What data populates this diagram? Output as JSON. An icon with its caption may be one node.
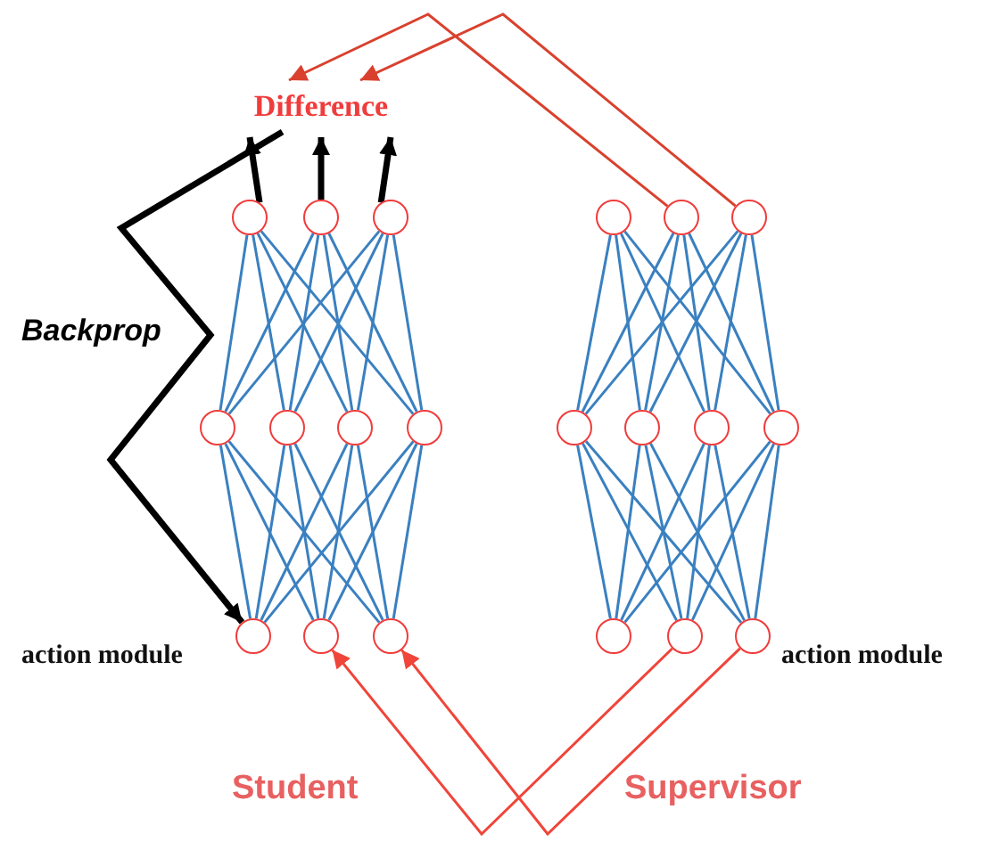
{
  "diagram": {
    "nodes": [
      {
        "text": [
          "Difference"
        ]
      },
      {
        "text": [],
        "shape": "circle"
      },
      {
        "text": [],
        "shape": "circle"
      },
      {
        "text": [],
        "shape": "circle"
      },
      {
        "text": [],
        "shape": "circle"
      },
      {
        "text": [],
        "shape": "circle"
      },
      {
        "text": [],
        "shape": "circle"
      },
      {
        "text": [],
        "shape": "circle"
      },
      {
        "text": [],
        "shape": "circle"
      },
      {
        "text": [],
        "shape": "circle"
      },
      {
        "text": [],
        "shape": "circle"
      },
      {
        "text": [],
        "shape": "circle"
      },
      {
        "text": [],
        "shape": "circle"
      },
      {
        "text": [],
        "shape": "circle"
      },
      {
        "text": [],
        "shape": "circle"
      },
      {
        "text": [],
        "shape": "circle"
      },
      {
        "text": [],
        "shape": "circle"
      },
      {
        "text": [],
        "shape": "circle"
      },
      {
        "text": [],
        "shape": "circle"
      },
      {
        "text": [],
        "shape": "circle"
      },
      {
        "text": [],
        "shape": "circle"
      }
    ],
    "edges": [
      {
        "from": 1,
        "to": 4,
        "arrow": "none"
      },
      {
        "from": 1,
        "to": 5,
        "arrow": "none"
      },
      {
        "from": 1,
        "to": 6,
        "arrow": "none"
      },
      {
        "from": 1,
        "to": 7,
        "arrow": "none"
      },
      {
        "from": 2,
        "to": 4,
        "arrow": "none"
      },
      {
        "from": 2,
        "to": 5,
        "arrow": "none"
      },
      {
        "from": 2,
        "to": 6,
        "arrow": "none"
      },
      {
        "from": 2,
        "to": 7,
        "arrow": "none"
      },
      {
        "from": 3,
        "to": 4,
        "arrow": "none"
      },
      {
        "from": 3,
        "to": 5,
        "arrow": "none"
      },
      {
        "from": 3,
        "to": 6,
        "arrow": "none"
      },
      {
        "from": 3,
        "to": 7,
        "arrow": "none"
      },
      {
        "from": 4,
        "to": 8,
        "arrow": "none"
      },
      {
        "from": 4,
        "to": 9,
        "arrow": "none"
      },
      {
        "from": 4,
        "to": 10,
        "arrow": "none"
      },
      {
        "from": 5,
        "to": 8,
        "arrow": "none"
      },
      {
        "from": 5,
        "to": 9,
        "arrow": "none"
      },
      {
        "from": 5,
        "to": 10,
        "arrow": "none"
      },
      {
        "from": 6,
        "to": 8,
        "arrow": "none"
      },
      {
        "from": 6,
        "to": 9,
        "arrow": "none"
      },
      {
        "from": 6,
        "to": 10,
        "arrow": "none"
      },
      {
        "from": 7,
        "to": 8,
        "arrow": "none"
      },
      {
        "from": 7,
        "to": 9,
        "arrow": "none"
      },
      {
        "from": 7,
        "to": 10,
        "arrow": "none"
      },
      {
        "from": 11,
        "to": 14,
        "arrow": "none"
      },
      {
        "from": 11,
        "to": 15,
        "arrow": "none"
      },
      {
        "from": 11,
        "to": 16,
        "arrow": "none"
      },
      {
        "from": 11,
        "to": 17,
        "arrow": "none"
      },
      {
        "from": 12,
        "to": 14,
        "arrow": "none"
      },
      {
        "from": 12,
        "to": 15,
        "arrow": "none"
      },
      {
        "from": 12,
        "to": 16,
        "arrow": "none"
      },
      {
        "from": 12,
        "to": 17,
        "arrow": "none"
      },
      {
        "from": 13,
        "to": 14,
        "arrow": "none"
      },
      {
        "from": 13,
        "to": 15,
        "arrow": "none"
      },
      {
        "from": 13,
        "to": 16,
        "arrow": "none"
      },
      {
        "from": 13,
        "to": 17,
        "arrow": "none"
      },
      {
        "from": 14,
        "to": 18,
        "arrow": "none"
      },
      {
        "from": 14,
        "to": 19,
        "arrow": "none"
      },
      {
        "from": 14,
        "to": 20,
        "arrow": "none"
      },
      {
        "from": 15,
        "to": 18,
        "arrow": "none"
      },
      {
        "from": 15,
        "to": 19,
        "arrow": "none"
      },
      {
        "from": 15,
        "to": 20,
        "arrow": "none"
      },
      {
        "from": 16,
        "to": 18,
        "arrow": "none"
      },
      {
        "from": 16,
        "to": 19,
        "arrow": "none"
      },
      {
        "from": 16,
        "to": 20,
        "arrow": "none"
      },
      {
        "from": 17,
        "to": 18,
        "arrow": "none"
      },
      {
        "from": 17,
        "to": 19,
        "arrow": "none"
      },
      {
        "from": 17,
        "to": 20,
        "arrow": "none"
      },
      {
        "from": 1,
        "to": 0,
        "arrow": "to",
        "style": "thick",
        "color": "#000000"
      },
      {
        "from": 2,
        "to": 0,
        "arrow": "to",
        "style": "thick",
        "color": "#000000"
      },
      {
        "from": 3,
        "to": 0,
        "arrow": "to",
        "style": "thick",
        "color": "#000000"
      },
      {
        "from": 0,
        "to": 8,
        "arrow": "to",
        "label": "Backprop",
        "style": "thick",
        "color": "#000000"
      },
      {
        "from": 12,
        "to": 0,
        "arrow": "to",
        "color": "#d9412e"
      },
      {
        "from": 13,
        "to": 0,
        "arrow": "to",
        "color": "#d9412e"
      },
      {
        "from": 19,
        "to": 9,
        "arrow": "to",
        "color": "#f0453a"
      },
      {
        "from": 20,
        "to": 10,
        "arrow": "to",
        "color": "#f0453a"
      }
    ],
    "labels": [
      "action module",
      "action module",
      "Student",
      "Supervisor"
    ]
  }
}
